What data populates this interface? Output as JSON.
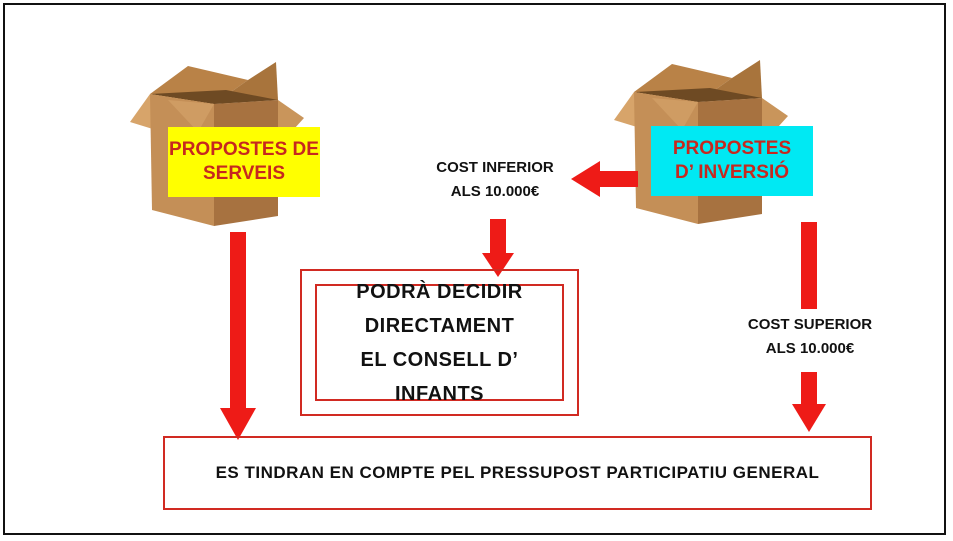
{
  "colors": {
    "arrow": "#ee1b17",
    "box_border": "#d12a22",
    "services_label_bg": "#ffff00",
    "investment_label_bg": "#00e9f3",
    "label_text": "#c6281f",
    "cardboard": "#c8955a"
  },
  "boxes": {
    "services": {
      "label": "PROPOSTES DE\nSERVEIS",
      "icon": "cardboard-box-icon"
    },
    "investment": {
      "label": "PROPOSTES\nD’ INVERSIÓ",
      "icon": "cardboard-box-icon"
    }
  },
  "conditions": {
    "lower": "COST INFERIOR\nALS 10.000€",
    "upper": "COST SUPERIOR\nALS 10.000€"
  },
  "outcomes": {
    "council": "PODRÀ DECIDIR DIRECTAMENT\nEL CONSELL D’ INFANTS",
    "general": "ES TINDRAN EN COMPTE PEL PRESSUPOST PARTICIPATIU GENERAL"
  }
}
